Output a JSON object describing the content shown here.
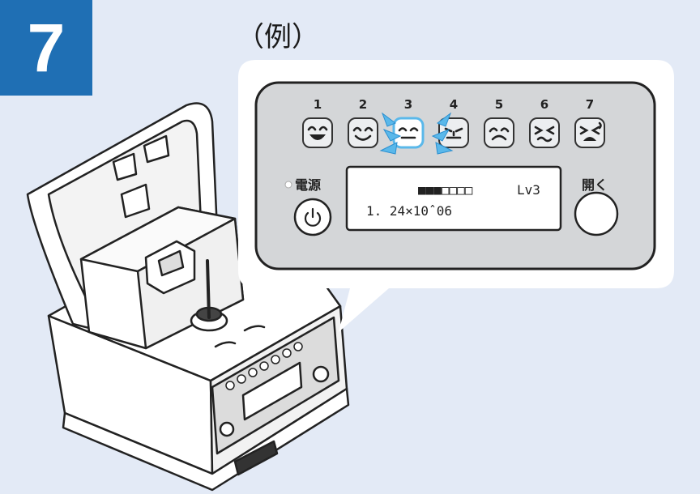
{
  "step_number": "7",
  "example_label": "（例）",
  "panel": {
    "levels": [
      {
        "number": "1",
        "face": "big-smile-face-icon"
      },
      {
        "number": "2",
        "face": "smile-face-icon"
      },
      {
        "number": "3",
        "face": "neutral-face-icon"
      },
      {
        "number": "4",
        "face": "uneasy-face-icon"
      },
      {
        "number": "5",
        "face": "worried-face-icon"
      },
      {
        "number": "6",
        "face": "squinting-face-icon"
      },
      {
        "number": "7",
        "face": "crying-face-icon"
      }
    ],
    "highlighted_level": 3,
    "power_label": "電源",
    "open_label": "開く",
    "lcd_line1_bars": "■■■□□□□",
    "lcd_line1_level": "Lv3",
    "lcd_line2": "1. 24×10ˆ06"
  },
  "colors": {
    "badge": "#1f6fb4",
    "background": "#e3eaf6",
    "panel": "#d4d6d8",
    "highlight": "#5ab8ea"
  }
}
